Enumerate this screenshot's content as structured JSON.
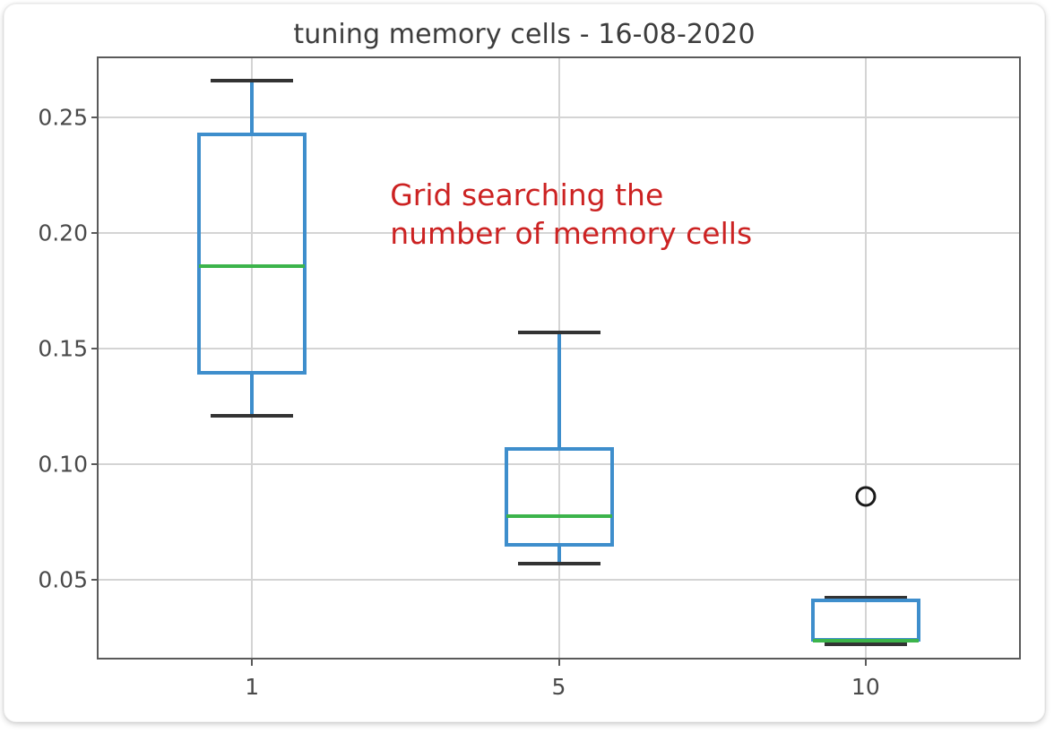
{
  "figure": {
    "title": "tuning memory cells - 16-08-2020",
    "annotation_line1": "Grid searching the",
    "annotation_line2": "number of memory cells",
    "annotation_color": "#cc2222",
    "box_color": "#3e8ecc",
    "median_color": "#3cb44b",
    "cap_color": "#333333",
    "outlier_color": "#1a1a1a",
    "grid_color": "#d4d4d4",
    "axes_color": "#5a5a5a"
  },
  "chart_data": {
    "type": "box",
    "title": "tuning memory cells - 16-08-2020",
    "xlabel": "",
    "ylabel": "",
    "categories": [
      "1",
      "5",
      "10"
    ],
    "xtick_labels": [
      "1",
      "5",
      "10"
    ],
    "ytick_labels": [
      "0.05",
      "0.10",
      "0.15",
      "0.20",
      "0.25"
    ],
    "yticks": [
      0.05,
      0.1,
      0.15,
      0.2,
      0.25
    ],
    "ylim": [
      0.0165,
      0.2755
    ],
    "xlim": [
      0.5,
      3.5
    ],
    "grid": true,
    "legend": null,
    "annotations": [
      {
        "text": "Grid searching the\nnumber of memory cells",
        "color": "#cc2222",
        "x": 1.45,
        "y": 0.215
      }
    ],
    "boxes": [
      {
        "category": "1",
        "whisker_low": 0.121,
        "q1": 0.139,
        "median": 0.1855,
        "q3": 0.2435,
        "whisker_high": 0.266,
        "outliers": []
      },
      {
        "category": "5",
        "whisker_low": 0.057,
        "q1": 0.0645,
        "median": 0.0777,
        "q3": 0.1075,
        "whisker_high": 0.157,
        "outliers": []
      },
      {
        "category": "10",
        "whisker_low": 0.0225,
        "q1": 0.0235,
        "median": 0.0237,
        "q3": 0.042,
        "whisker_high": 0.0425,
        "outliers": [
          0.0863
        ]
      }
    ]
  }
}
